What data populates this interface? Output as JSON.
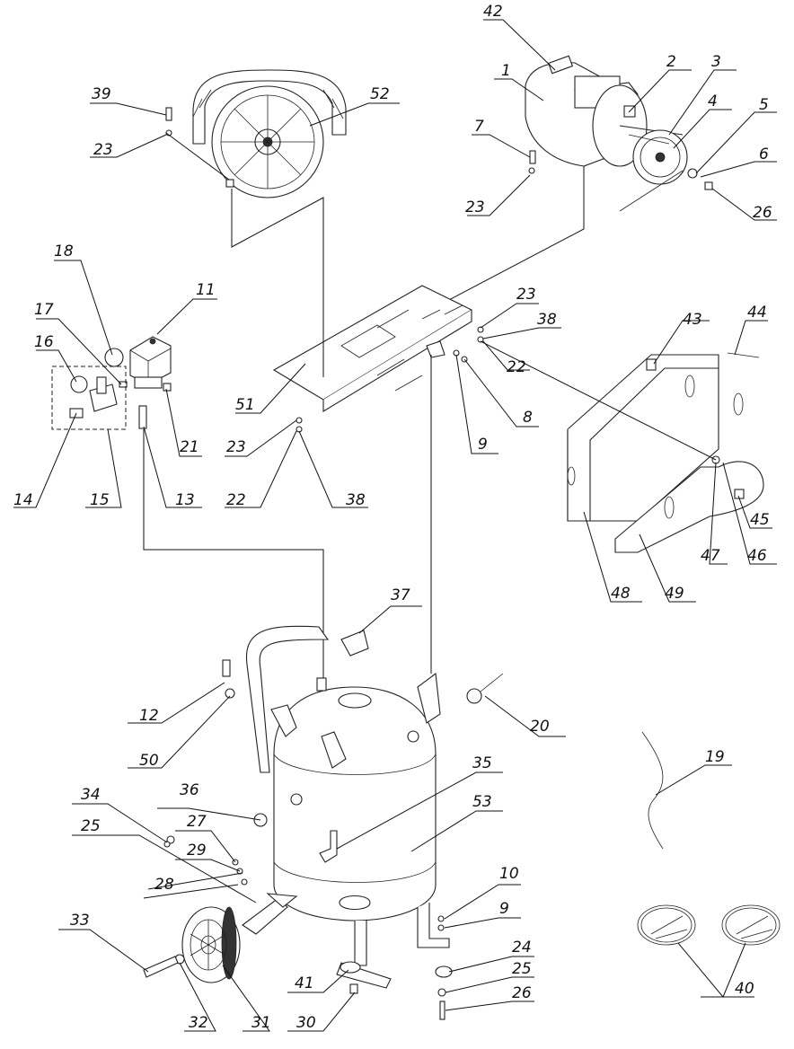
{
  "diagram": {
    "labels": [
      "42",
      "1",
      "2",
      "3",
      "4",
      "5",
      "6",
      "26",
      "7",
      "23",
      "39",
      "23",
      "52",
      "18",
      "11",
      "17",
      "16",
      "14",
      "15",
      "13",
      "21",
      "51",
      "23",
      "22",
      "38",
      "23",
      "38",
      "22",
      "8",
      "9",
      "43",
      "44",
      "45",
      "46",
      "47",
      "48",
      "49",
      "37",
      "12",
      "50",
      "20",
      "19",
      "35",
      "53",
      "36",
      "34",
      "25",
      "27",
      "29",
      "28",
      "10",
      "9",
      "24",
      "25",
      "26",
      "33",
      "32",
      "31",
      "30",
      "41",
      "40"
    ]
  }
}
